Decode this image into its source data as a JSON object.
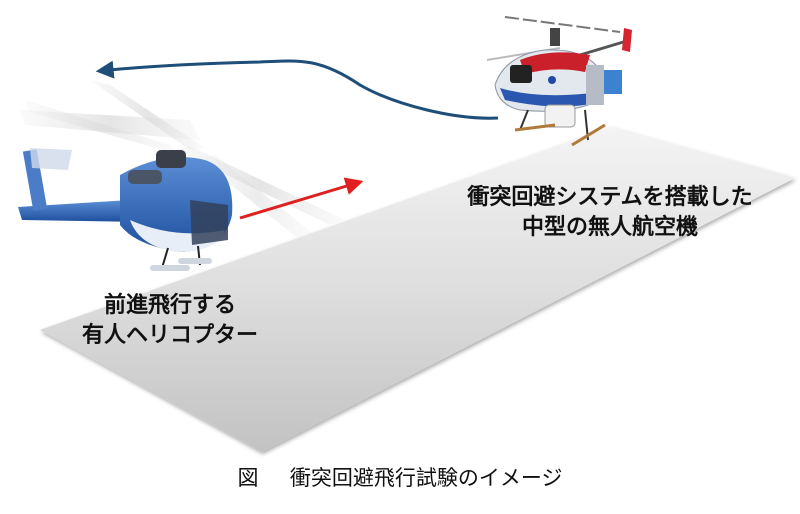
{
  "figure": {
    "caption_prefix": "図",
    "caption_text": "衝突回避飛行試験のイメージ",
    "labels": {
      "drone_line1": "衝突回避システムを搭載した",
      "drone_line2": "中型の無人航空機",
      "heli_line1": "前進飛行する",
      "heli_line2": "有人ヘリコプター"
    },
    "colors": {
      "plane_light": "#f2f2f2",
      "plane_dark": "#c4c4c4",
      "avoid_path": "#1f4e79",
      "heli_direction": "#e02020",
      "heli_body": "#2f5fae",
      "drone_body": "#d8dde5"
    },
    "elements": {
      "ground_plane": "ground-plane",
      "manned_helicopter": "manned-helicopter-icon",
      "drone": "unmanned-helicopter-icon",
      "avoid_arrow": "avoidance-path-arrow",
      "forward_arrow": "forward-flight-arrow"
    }
  }
}
